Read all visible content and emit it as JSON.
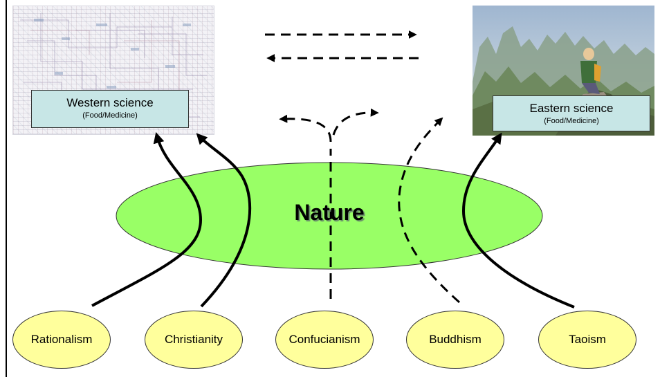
{
  "western": {
    "title": "Western science",
    "subtitle": "(Food/Medicine)"
  },
  "eastern": {
    "title": "Eastern science",
    "subtitle": "(Food/Medicine)"
  },
  "nature": {
    "label": "Nature",
    "fill": "#99ff66"
  },
  "traditions": [
    {
      "label": "Rationalism"
    },
    {
      "label": "Christianity"
    },
    {
      "label": "Confucianism"
    },
    {
      "label": "Buddhism"
    },
    {
      "label": "Taoism"
    }
  ],
  "colors": {
    "tradition_fill": "#ffff9c",
    "science_box_fill": "#c7e6e6",
    "arrow": "#000000"
  },
  "icons": {
    "western_photo": "metabolic-pathway-chart",
    "eastern_photo": "karst-mountain-landscape-with-person"
  }
}
